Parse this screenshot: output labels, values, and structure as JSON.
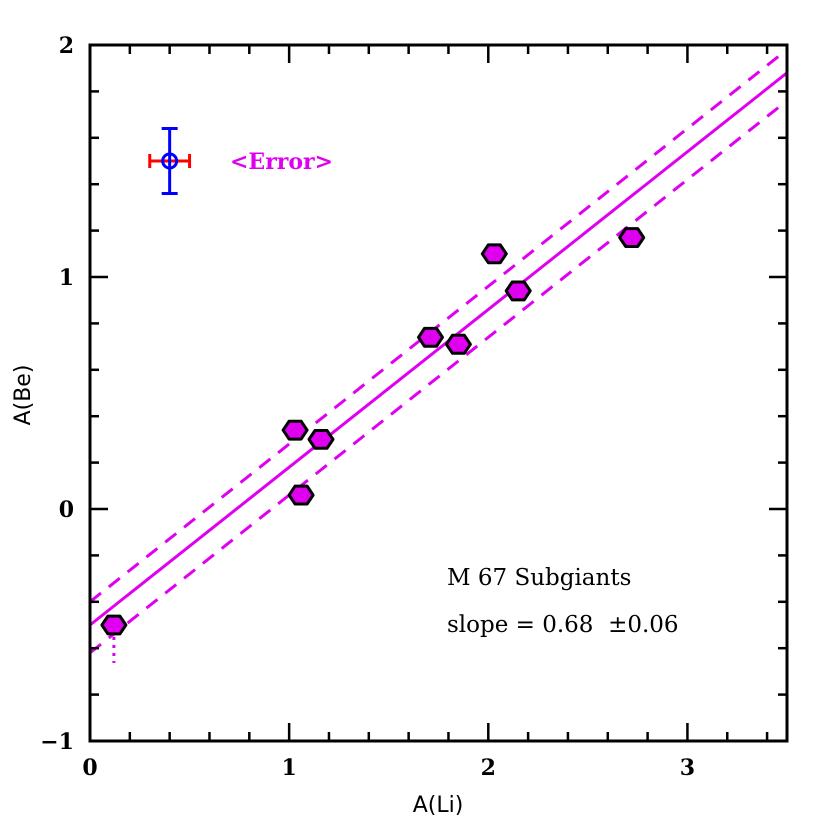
{
  "chart_data": {
    "type": "scatter",
    "title": "",
    "xlabel": "A(Li)",
    "ylabel": "A(Be)",
    "xlim": [
      0,
      3.5
    ],
    "ylim": [
      -1,
      2
    ],
    "x_ticks": [
      "0",
      "1",
      "2",
      "3"
    ],
    "y_ticks": [
      "−1",
      "0",
      "1",
      "2"
    ],
    "grid": false,
    "series": [
      {
        "name": "M 67 Subgiants",
        "marker": "hexagon",
        "color": "#e000f0",
        "points": [
          {
            "x": 0.12,
            "y": -0.5,
            "upper_limit": true
          },
          {
            "x": 1.03,
            "y": 0.34
          },
          {
            "x": 1.16,
            "y": 0.3
          },
          {
            "x": 1.06,
            "y": 0.06
          },
          {
            "x": 1.71,
            "y": 0.74
          },
          {
            "x": 1.85,
            "y": 0.71
          },
          {
            "x": 2.03,
            "y": 1.1
          },
          {
            "x": 2.15,
            "y": 0.94
          },
          {
            "x": 2.72,
            "y": 1.17
          }
        ]
      }
    ],
    "fit_lines": [
      {
        "name": "fit",
        "style": "solid",
        "slope": 0.68,
        "intercept": -0.5,
        "color": "#e000f0"
      },
      {
        "name": "upper",
        "style": "dashed",
        "slope": 0.68,
        "intercept": -0.4,
        "color": "#e000f0"
      },
      {
        "name": "lower",
        "style": "dashed",
        "slope": 0.68,
        "intercept": -0.62,
        "color": "#e000f0"
      }
    ],
    "error_bar": {
      "x": 0.4,
      "y": 1.5,
      "xerr": 0.1,
      "yerr": 0.14,
      "label": "<Error>"
    },
    "annotations": [
      "M 67 Subgiants",
      "slope = 0.68  ±0.06"
    ]
  },
  "colors": {
    "accent": "#e000f0",
    "error_x": "#ff0000",
    "error_y": "#0000ff",
    "axis": "#000000"
  }
}
